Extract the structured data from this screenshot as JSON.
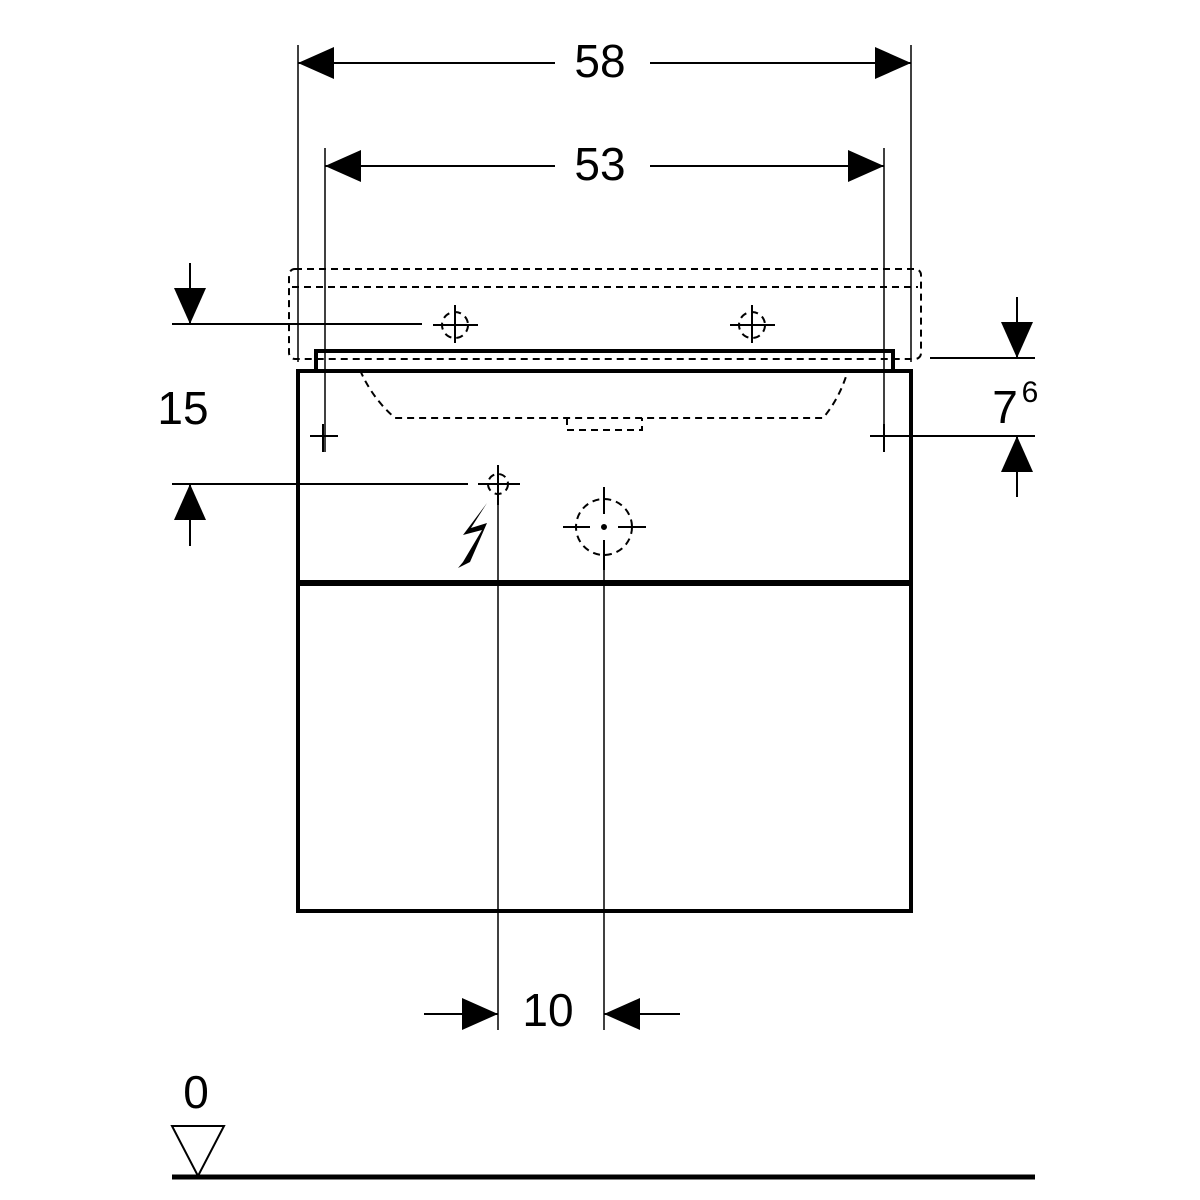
{
  "dimensions": {
    "overall_width": "58",
    "mounting_width": "53",
    "height_offset": "15",
    "mount_offset_main": "7",
    "mount_offset_sup": "6",
    "center_spacing": "10",
    "floor_level": "0"
  },
  "colors": {
    "line": "#000000",
    "background": "#ffffff"
  }
}
